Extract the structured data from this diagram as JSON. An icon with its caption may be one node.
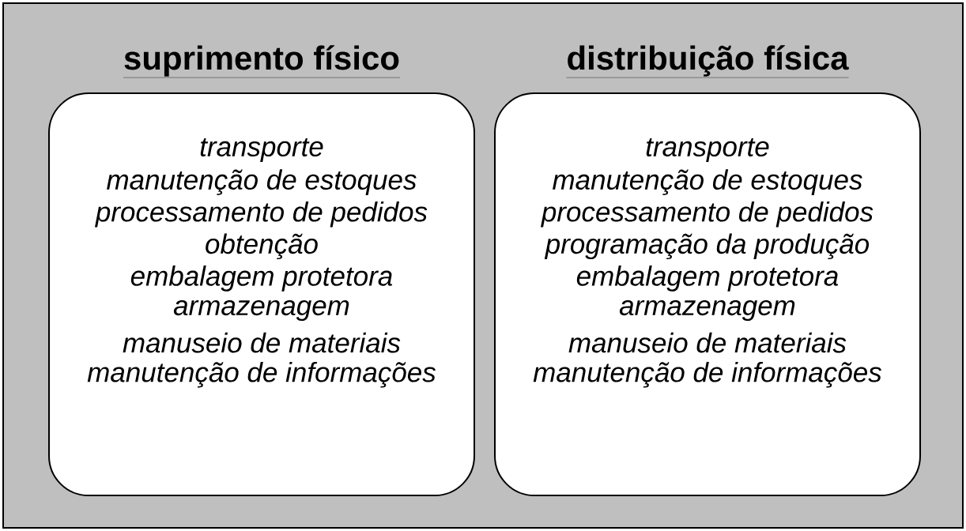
{
  "diagram": {
    "nodes": [
      {
        "text": [],
        "shape": "box"
      },
      {
        "text": [
          "suprimento físico",
          "transporte",
          "manutenção de estoques",
          "processamento de pedidos",
          "obtenção",
          "embalagem protetora",
          "armazenagem",
          "manuseio de materiais",
          "manutenção de informações"
        ],
        "in": 0
      },
      {
        "text": [
          "distribuição física",
          "transporte",
          "manutenção de estoques",
          "processamento de pedidos",
          "programação da produção",
          "embalagem protetora",
          "armazenagem",
          "manuseio de materiais",
          "manutenção de informações"
        ],
        "in": 0
      }
    ]
  }
}
